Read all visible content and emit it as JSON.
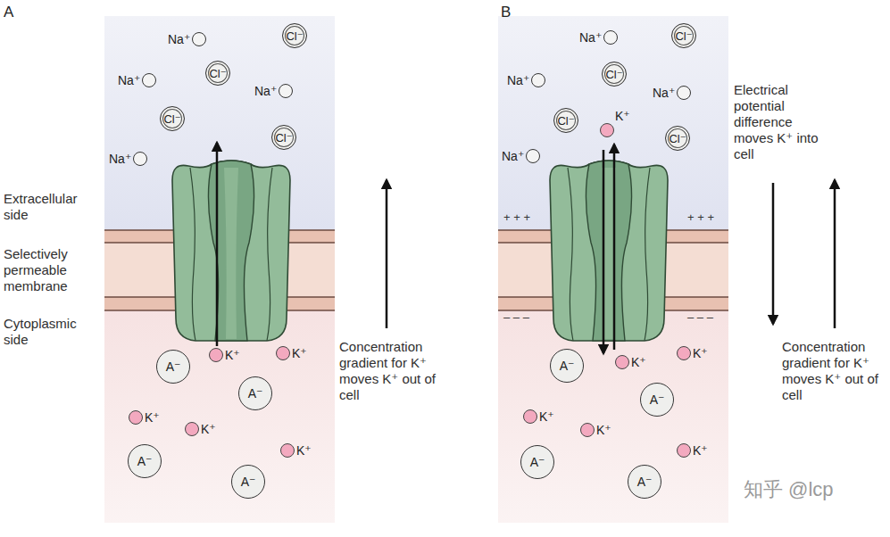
{
  "diagram": {
    "nodes": [
      {
        "text": [
          "Na⁺"
        ]
      },
      {
        "text": [
          "Cl⁻"
        ]
      },
      {
        "text": [
          "Cl⁻"
        ]
      },
      {
        "text": [
          "Na⁺"
        ]
      },
      {
        "text": [
          "Na⁺"
        ]
      },
      {
        "text": [
          "Cl⁻"
        ]
      },
      {
        "text": [
          "Cl⁻"
        ]
      },
      {
        "text": [
          "Na⁺"
        ]
      },
      {
        "text": [
          "K⁺"
        ]
      },
      {
        "text": [
          "K⁺"
        ]
      },
      {
        "text": [
          "A⁻"
        ]
      },
      {
        "text": [
          "A⁻"
        ]
      },
      {
        "text": [
          "K⁺"
        ]
      },
      {
        "text": [
          "K⁺"
        ]
      },
      {
        "text": [
          "K⁺"
        ]
      },
      {
        "text": [
          "A⁻"
        ]
      },
      {
        "text": [
          "A⁻"
        ]
      },
      {
        "text": [
          "Na⁺"
        ]
      },
      {
        "text": [
          "Cl⁻"
        ]
      },
      {
        "text": [
          "Cl⁻"
        ]
      },
      {
        "text": [
          "Na⁺"
        ]
      },
      {
        "text": [
          "Na⁺"
        ]
      },
      {
        "text": [
          "Cl⁻"
        ]
      },
      {
        "text": [
          "K⁺"
        ]
      },
      {
        "text": [
          "Cl⁻"
        ]
      },
      {
        "text": [
          "Na⁺"
        ]
      },
      {
        "text": [
          "K⁺"
        ]
      },
      {
        "text": [
          "K⁺"
        ]
      },
      {
        "text": [
          "A⁻"
        ]
      },
      {
        "text": [
          "A⁻"
        ]
      },
      {
        "text": [
          "K⁺"
        ]
      },
      {
        "text": [
          "K⁺"
        ]
      },
      {
        "text": [
          "K⁺"
        ]
      },
      {
        "text": [
          "A⁻"
        ]
      },
      {
        "text": [
          "A⁻"
        ]
      }
    ],
    "labels": [
      "A",
      "B",
      "Extracellular side",
      "Selectively permeable membrane",
      "Cytoplasmic side",
      "Concentration gradient for K⁺ moves K⁺ out of cell",
      "+ + +",
      "+ + +",
      "– – –",
      "– – –",
      "Electrical potential difference moves K⁺ into cell",
      "Concentration gradient for K⁺ moves K⁺ out of cell",
      "知乎 @lcp"
    ]
  }
}
